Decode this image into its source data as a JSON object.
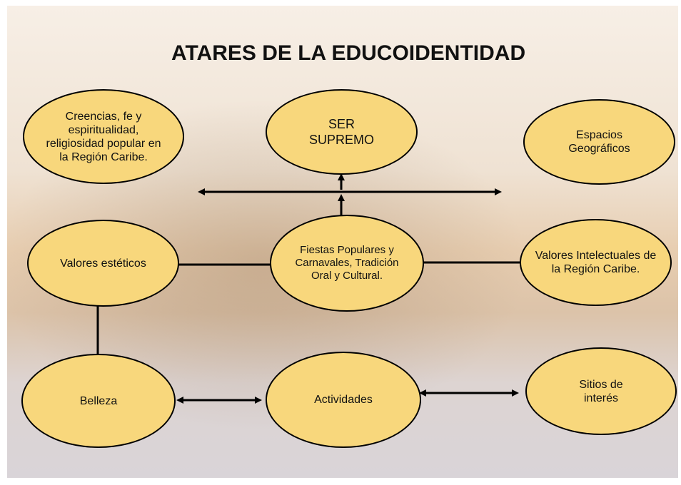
{
  "title": "ATARES DE LA EDUCOIDENTIDAD",
  "colors": {
    "node_fill": "#f8d77c",
    "stroke": "#000000"
  },
  "nodes": {
    "creencias": "Creencias, fe y espiritualidad, religiosidad popular en la Región Caribe.",
    "ser_supremo": "SER SUPREMO",
    "espacios": "Espacios Geográficos",
    "valores_esteticos": "Valores estéticos",
    "fiestas": "Fiestas Populares y Carnavales, Tradición Oral y Cultural.",
    "valores_intelectuales": "Valores Intelectuales de la Región Caribe.",
    "belleza": "Belleza",
    "actividades": "Actividades",
    "sitios": "Sitios de interés"
  }
}
